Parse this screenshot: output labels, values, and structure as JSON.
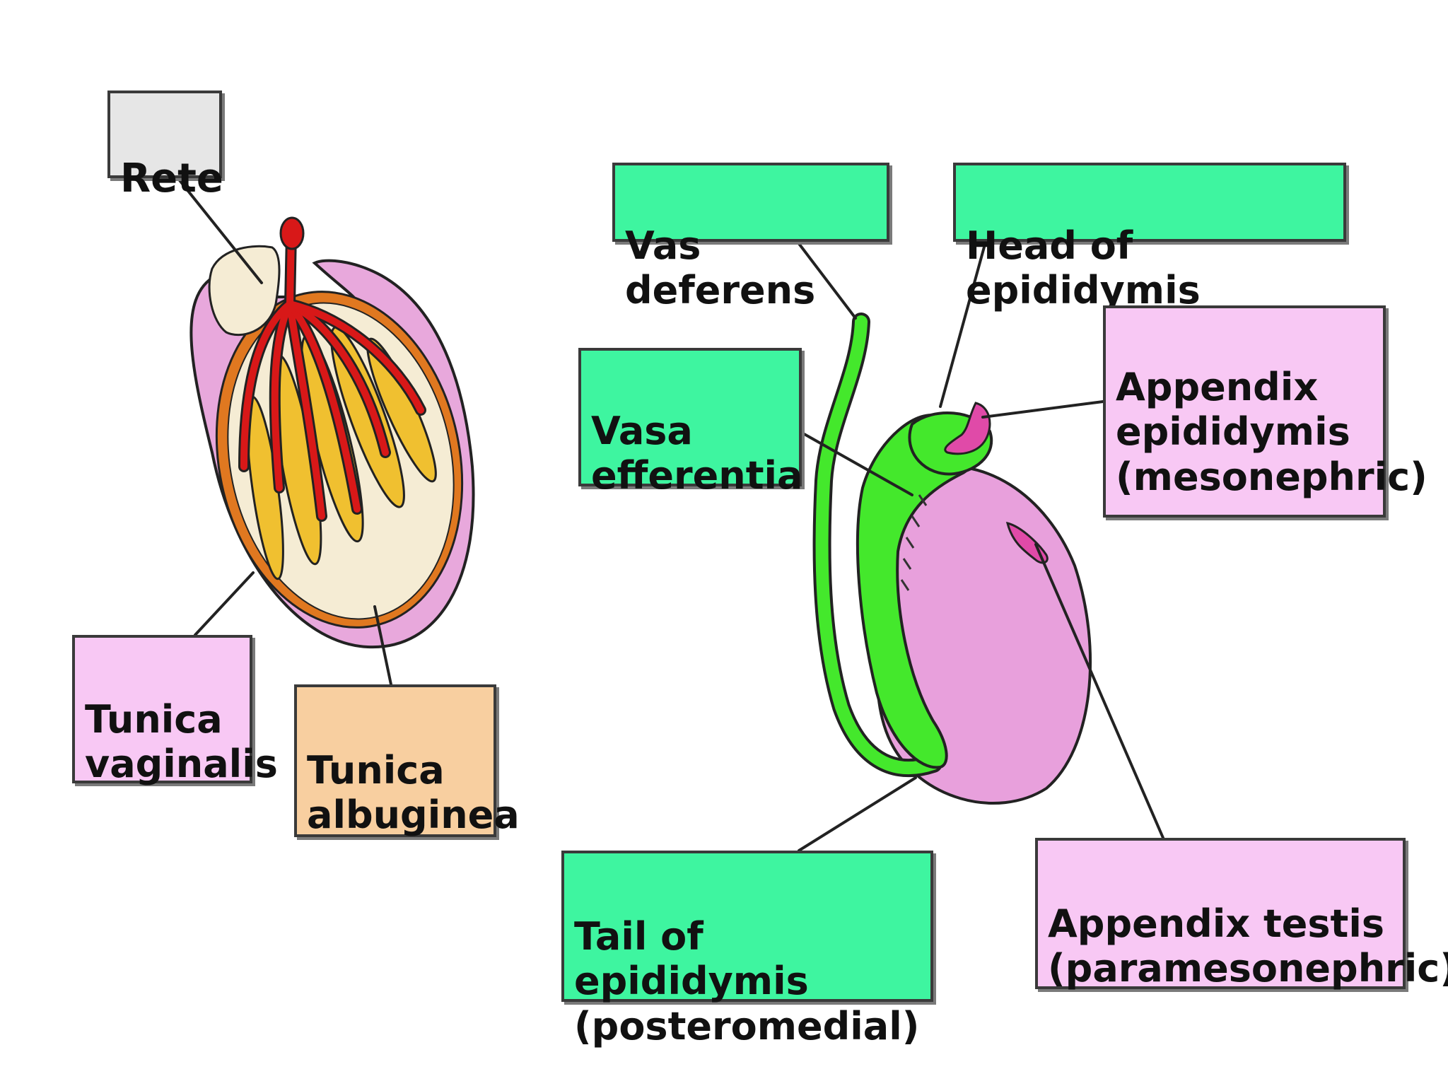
{
  "colors": {
    "green_label": "#3ef5a0",
    "pink_label": "#f8c8f4",
    "orange_label": "#f8cfa0",
    "gray_label": "#e6e6e6",
    "tunica_vaginalis": "#e8a8dc",
    "tunica_albuginea": "#e07820",
    "testis_interior": "#f5ecd4",
    "tubules": "#f0c030",
    "rete_vessels": "#d81818",
    "epididymis": "#44e82c",
    "testis_right": "#e8a0dc",
    "appendix": "#e04aa8"
  },
  "labels": {
    "rete": "Rete",
    "tunica_vaginalis": "Tunica\nvaginalis",
    "tunica_albuginea": "Tunica\nalbuginea",
    "vas_deferens": "Vas deferens",
    "head_of_epididymis": "Head of epididymis",
    "vasa_efferentia": "Vasa\nefferentia",
    "appendix_epididymis": "Appendix\nepididymis\n(mesonephric)",
    "tail_of_epididymis": "Tail of epididymis\n(posteromedial)",
    "appendix_testis": "Appendix testis\n(paramesonephric)"
  }
}
